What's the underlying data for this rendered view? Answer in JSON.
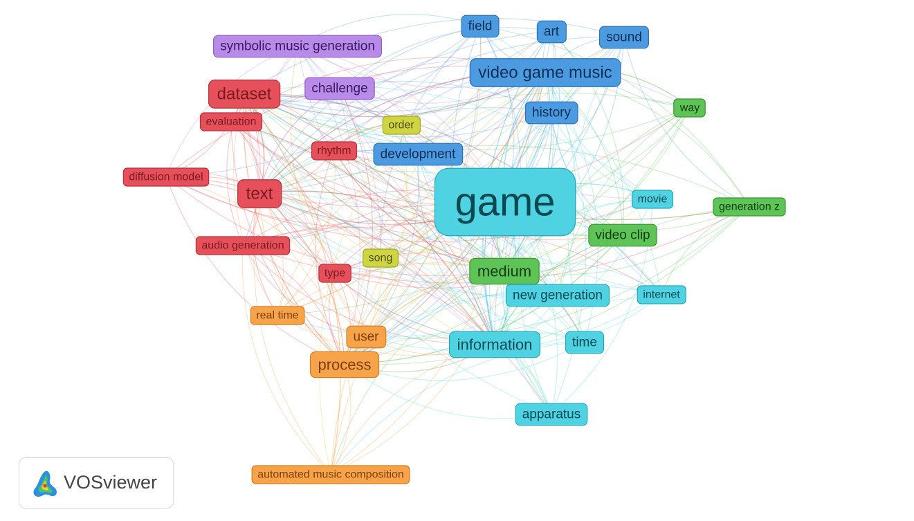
{
  "network": {
    "clusters": {
      "red": {
        "fill": "#e6505a",
        "stroke": "#b8303a",
        "text": "#7a1a20"
      },
      "orange": {
        "fill": "#f7a34a",
        "stroke": "#d27c1d",
        "text": "#7a3f05"
      },
      "yellow": {
        "fill": "#cfd443",
        "stroke": "#a4a820",
        "text": "#4f5008"
      },
      "green": {
        "fill": "#5fc457",
        "stroke": "#38992f",
        "text": "#123d0f"
      },
      "blue": {
        "fill": "#4c9be0",
        "stroke": "#2b72b5",
        "text": "#0d2f55"
      },
      "cyan": {
        "fill": "#4fd3e3",
        "stroke": "#24a9bb",
        "text": "#0b4952"
      },
      "purple": {
        "fill": "#b98be8",
        "stroke": "#9160c8",
        "text": "#3b1866"
      }
    },
    "nodes": [
      {
        "id": "game",
        "label": "game",
        "cluster": "cyan",
        "weight": 10
      },
      {
        "id": "video_game_music",
        "label": "video game music",
        "cluster": "blue",
        "weight": 5
      },
      {
        "id": "field",
        "label": "field",
        "cluster": "blue",
        "weight": 3
      },
      {
        "id": "art",
        "label": "art",
        "cluster": "blue",
        "weight": 3
      },
      {
        "id": "sound",
        "label": "sound",
        "cluster": "blue",
        "weight": 3
      },
      {
        "id": "history",
        "label": "history",
        "cluster": "blue",
        "weight": 3
      },
      {
        "id": "development",
        "label": "development",
        "cluster": "blue",
        "weight": 3
      },
      {
        "id": "symbolic_music_generation",
        "label": "symbolic music generation",
        "cluster": "purple",
        "weight": 3
      },
      {
        "id": "challenge",
        "label": "challenge",
        "cluster": "purple",
        "weight": 3
      },
      {
        "id": "dataset",
        "label": "dataset",
        "cluster": "red",
        "weight": 5
      },
      {
        "id": "evaluation",
        "label": "evaluation",
        "cluster": "red",
        "weight": 2
      },
      {
        "id": "rhythm",
        "label": "rhythm",
        "cluster": "red",
        "weight": 2
      },
      {
        "id": "diffusion_model",
        "label": "diffusion model",
        "cluster": "red",
        "weight": 2
      },
      {
        "id": "text",
        "label": "text",
        "cluster": "red",
        "weight": 5
      },
      {
        "id": "audio_generation",
        "label": "audio generation",
        "cluster": "red",
        "weight": 2
      },
      {
        "id": "type",
        "label": "type",
        "cluster": "red",
        "weight": 2
      },
      {
        "id": "order",
        "label": "order",
        "cluster": "yellow",
        "weight": 2
      },
      {
        "id": "song",
        "label": "song",
        "cluster": "yellow",
        "weight": 2
      },
      {
        "id": "way",
        "label": "way",
        "cluster": "green",
        "weight": 2
      },
      {
        "id": "generation_z",
        "label": "generation z",
        "cluster": "green",
        "weight": 2
      },
      {
        "id": "video_clip",
        "label": "video clip",
        "cluster": "green",
        "weight": 3
      },
      {
        "id": "medium",
        "label": "medium",
        "cluster": "green",
        "weight": 4
      },
      {
        "id": "movie",
        "label": "movie",
        "cluster": "cyan",
        "weight": 2
      },
      {
        "id": "new_generation",
        "label": "new generation",
        "cluster": "cyan",
        "weight": 3
      },
      {
        "id": "internet",
        "label": "internet",
        "cluster": "cyan",
        "weight": 2
      },
      {
        "id": "information",
        "label": "information",
        "cluster": "cyan",
        "weight": 4
      },
      {
        "id": "time",
        "label": "time",
        "cluster": "cyan",
        "weight": 3
      },
      {
        "id": "apparatus",
        "label": "apparatus",
        "cluster": "cyan",
        "weight": 3
      },
      {
        "id": "real_time",
        "label": "real time",
        "cluster": "orange",
        "weight": 2
      },
      {
        "id": "user",
        "label": "user",
        "cluster": "orange",
        "weight": 3
      },
      {
        "id": "process",
        "label": "process",
        "cluster": "orange",
        "weight": 4
      },
      {
        "id": "automated_music_composition",
        "label": "automated music composition",
        "cluster": "orange",
        "weight": 2
      }
    ]
  },
  "logo": {
    "text": "VOSviewer",
    "icon": "vosviewer-logo-icon"
  }
}
